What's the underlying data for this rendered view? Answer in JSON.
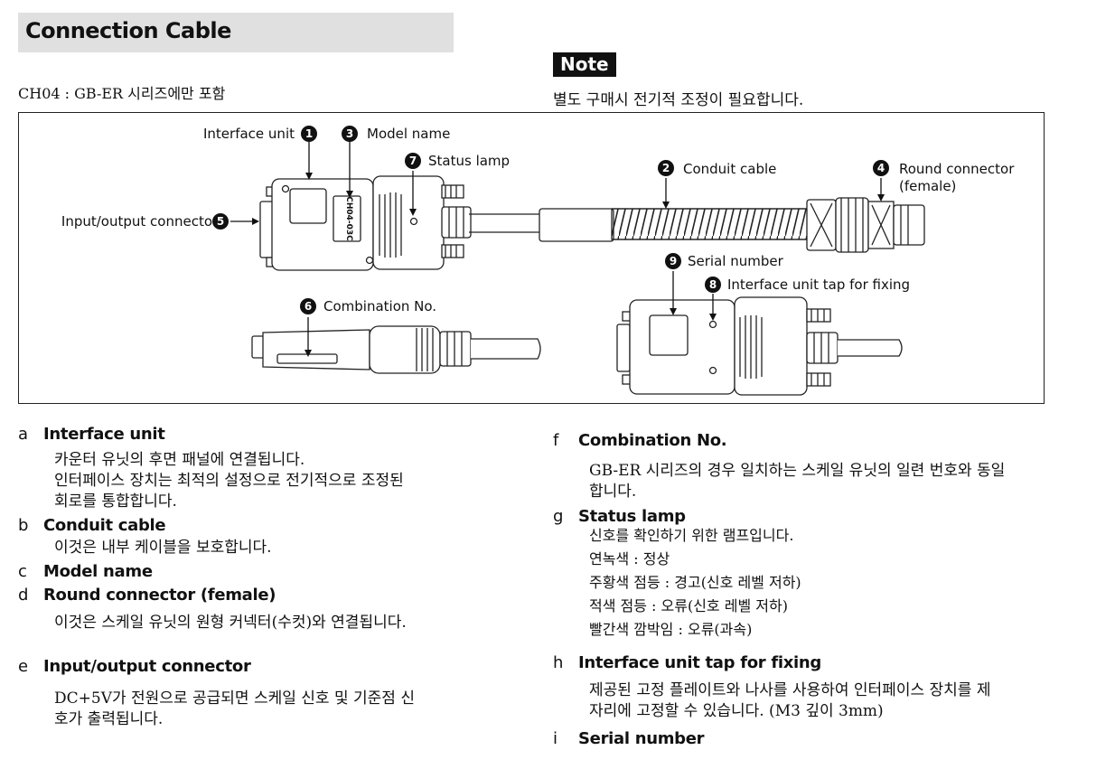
{
  "title": "Connection Cable",
  "subtitle": "CH04 : GB-ER 시리즈에만 포함",
  "note": {
    "badge": "Note",
    "text": "별도 구매시 전기적 조정이 필요합니다."
  },
  "figure": {
    "callouts": [
      {
        "num": "1",
        "label": "Interface unit"
      },
      {
        "num": "2",
        "label": "Conduit cable"
      },
      {
        "num": "3",
        "label": "Model name"
      },
      {
        "num": "4",
        "label": "Round connector",
        "label2": "(female)"
      },
      {
        "num": "5",
        "label": "Input/output connecto"
      },
      {
        "num": "6",
        "label": "Combination No."
      },
      {
        "num": "7",
        "label": "Status lamp"
      },
      {
        "num": "8",
        "label": "Interface unit tap for fixing"
      },
      {
        "num": "9",
        "label": "Serial number"
      }
    ],
    "model_code": "CH04-03C"
  },
  "sections": {
    "a": {
      "letter": "a",
      "title": "Interface unit",
      "lines": [
        "카운터 유닛의 후면 패널에 연결됩니다.",
        "인터페이스 장치는 최적의 설정으로 전기적으로 조정된",
        "회로를 통합합니다."
      ]
    },
    "b": {
      "letter": "b",
      "title": "Conduit cable",
      "lines": [
        "이것은 내부 케이블을 보호합니다."
      ]
    },
    "c": {
      "letter": "c",
      "title": "Model name"
    },
    "d": {
      "letter": "d",
      "title": "Round connector (female)",
      "lines": [
        "이것은 스케일 유닛의 원형 커넥터(수컷)와 연결됩니다."
      ]
    },
    "e": {
      "letter": "e",
      "title": "Input/output connector",
      "lines": [
        "DC+5V가 전원으로 공급되면 스케일 신호 및 기준점 신",
        "호가 출력됩니다."
      ]
    },
    "f": {
      "letter": "f",
      "title": "Combination No.",
      "lines": [
        "GB-ER 시리즈의 경우 일치하는 스케일 유닛의 일련 번호와 동일",
        "합니다."
      ]
    },
    "g": {
      "letter": "g",
      "title": "Status lamp",
      "lines": [
        "신호를 확인하기 위한 램프입니다.",
        "연녹색 : 정상",
        "주황색 점등 : 경고(신호 레벨 저하)",
        "적색 점등 : 오류(신호 레벨 저하)",
        "빨간색 깜박임 : 오류(과속)"
      ]
    },
    "h": {
      "letter": "h",
      "title": "Interface unit tap for fixing",
      "lines": [
        "제공된 고정 플레이트와 나사를 사용하여 인터페이스 장치를 제",
        "자리에 고정할 수 있습니다. (M3 깊이 3mm)"
      ]
    },
    "i": {
      "letter": "i",
      "title": "Serial number"
    }
  }
}
